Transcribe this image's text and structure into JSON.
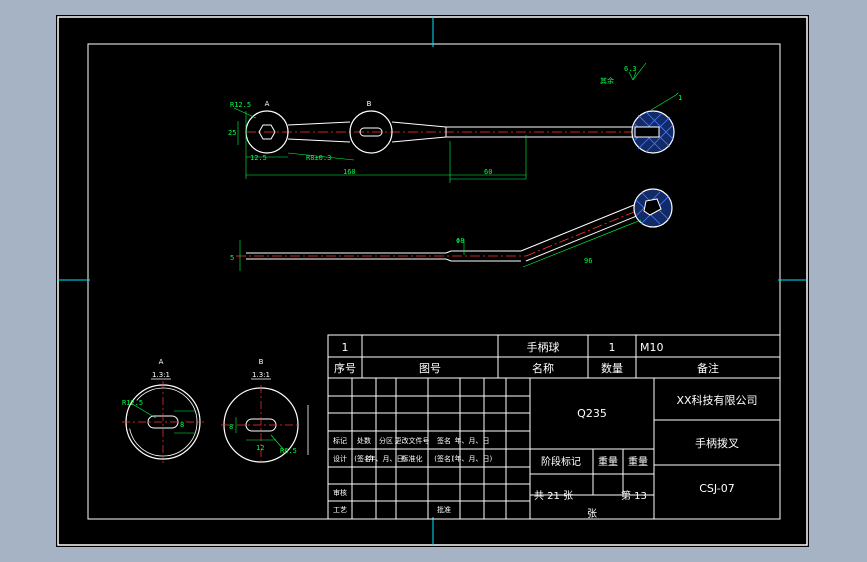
{
  "colors": {
    "background": "#a6b3c5",
    "sheet": "#000000",
    "lines": "#ffffff",
    "dims": "#00ff44",
    "centerline": "#ff3333",
    "hatch": "#4a7aff",
    "marks": "#00e5ff"
  },
  "views": {
    "view_a_label": "A",
    "view_b_label": "B",
    "section_a_label": "A",
    "section_a_scale": "1.3:1",
    "section_b_label": "B",
    "section_b_scale": "1.3:1",
    "roughness_note": "其余",
    "roughness_value": "6.3",
    "balloon": "1"
  },
  "dimensions": {
    "r_a": "R12.5",
    "h_left": "25",
    "w_left": "12.5",
    "slot": "R8±0.3",
    "len_total": "160",
    "len_rod": "60",
    "vertical": "5",
    "top_d": "Φ8",
    "slant": "96",
    "sec_a_r": "R12.5",
    "sec_a_w": "8",
    "sec_b_h": "8",
    "sec_b_w": "12",
    "sec_b_r": "R6.5"
  },
  "parts_table": {
    "index": "1",
    "part_name": "手柄球",
    "quantity": "1",
    "material": "M10",
    "header_index": "序号",
    "header_drawing_no": "图号",
    "header_name": "名称",
    "header_quantity": "数量",
    "header_remarks": "备注"
  },
  "title_block": {
    "material": "Q235",
    "company": "XX科技有限公司",
    "drawing_title": "手柄拨叉",
    "drawing_code": "CSJ-07",
    "stage_mark": "阶段标记",
    "weight": "重量",
    "scale": "重量",
    "sheet_total": "共 21 张",
    "sheet_no": "第 13",
    "sheet_unit": "张",
    "mark": "标记",
    "count": "处数",
    "zone": "分区",
    "change_doc": "更改文件号",
    "signature": "签名",
    "date": "年、月、日",
    "design": "设计",
    "signed": "(签名)",
    "date2": "(年、月、日)",
    "standardize": "标准化",
    "signed2": "(签名)",
    "date3": "(年、月、日)",
    "review": "审核",
    "process": "工艺",
    "approve": "批准"
  }
}
